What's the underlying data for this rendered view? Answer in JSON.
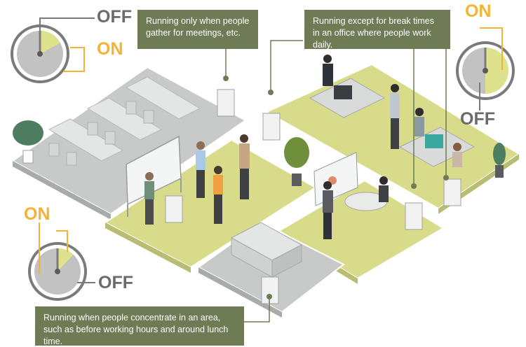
{
  "callouts": {
    "meetings": "Running only when people gather for meetings, etc.",
    "office": "Running except for break times in an office where people work daily.",
    "concentrate": "Running when people concentrate in an area, such as before working hours and around lunch time."
  },
  "dials": {
    "top_left": {
      "on_label": "ON",
      "off_label": "OFF",
      "on_fraction": 0.17
    },
    "top_right": {
      "on_label": "ON",
      "off_label": "OFF",
      "on_fraction": 0.5
    },
    "bottom_left": {
      "on_label": "ON",
      "off_label": "OFF",
      "on_fraction": 0.12
    }
  },
  "colors": {
    "callout_bg": "#6f7b55",
    "on_color": "#f5b335",
    "off_color": "#6b6b6b",
    "lime_floor": "#d8dc8a",
    "gray_floor": "#c8c9c9",
    "dial_on_fill": "#dfe28c",
    "dial_off_fill": "#c2c2c2"
  }
}
